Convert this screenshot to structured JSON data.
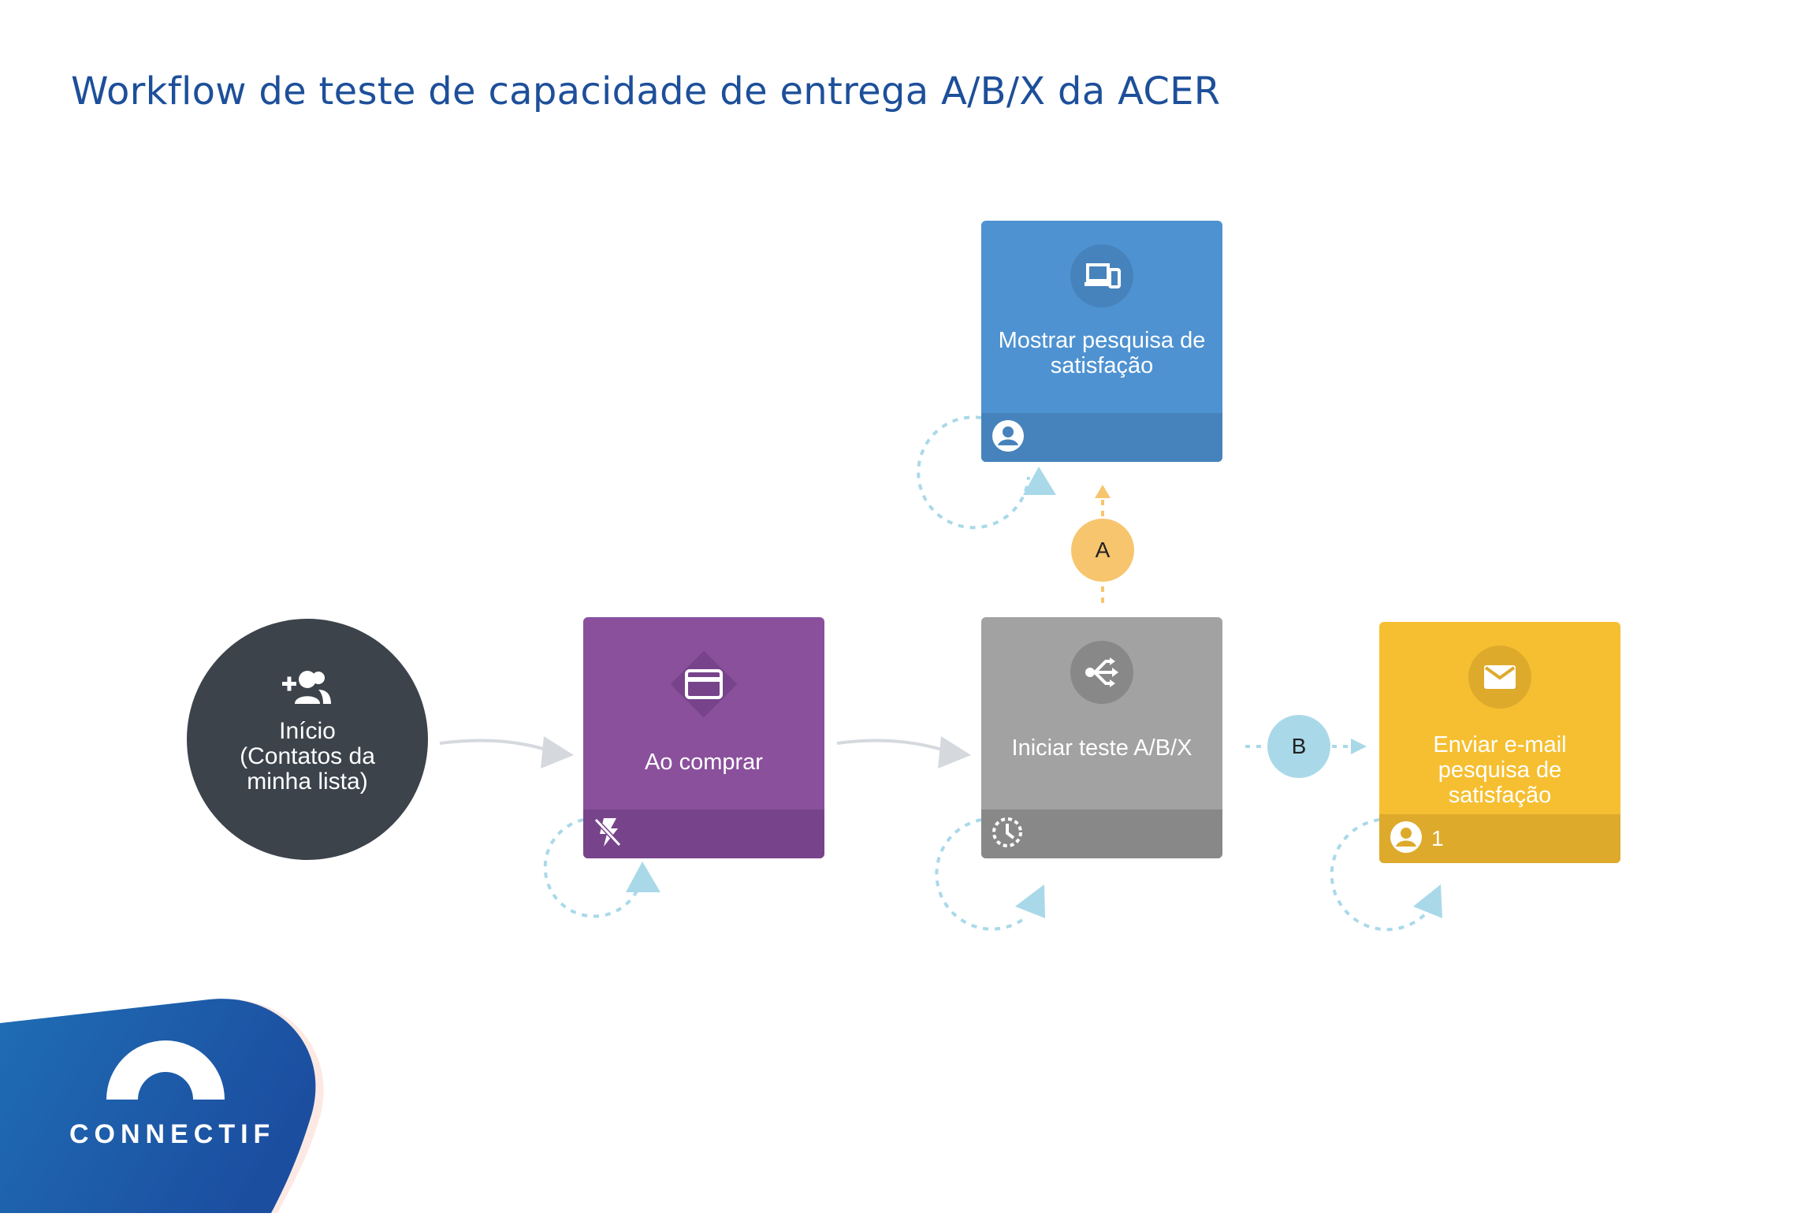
{
  "title": "Workflow de teste de capacidade de entrega A/B/X da ACER",
  "nodes": {
    "start": {
      "label": "Início\n(Contatos da minha lista)",
      "icon": "add-contacts-icon",
      "color": "#3c434b"
    },
    "purchase": {
      "label": "Ao comprar",
      "icon": "credit-card-icon",
      "footer_icon": "flash-off-icon",
      "color": "#8a509c"
    },
    "abx": {
      "label": "Iniciar teste A/B/X",
      "icon": "split-icon",
      "footer_icon": "timer-icon",
      "color": "#a2a2a2"
    },
    "survey": {
      "label": "Mostrar pesquisa de satisfação",
      "icon": "devices-icon",
      "footer_icon": "user-icon",
      "color": "#4e92d1"
    },
    "email": {
      "label": "Enviar e-mail pesquisa de satisfação",
      "icon": "mail-icon",
      "footer_icon": "user-icon",
      "count": "1",
      "color": "#f6bf31"
    }
  },
  "branches": {
    "a": {
      "label": "A",
      "color": "#f7c56e"
    },
    "b": {
      "label": "B",
      "color": "#a9d9e9"
    }
  },
  "logo": {
    "text": "CONNECTIF"
  }
}
